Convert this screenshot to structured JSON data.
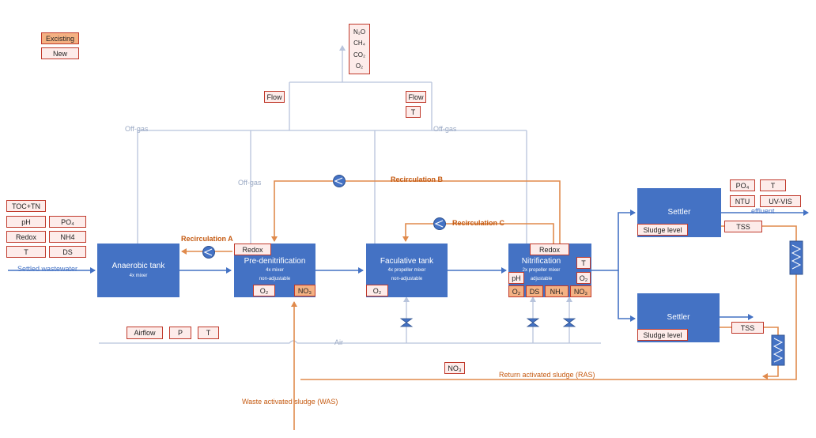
{
  "legend": {
    "existing": "Excisting",
    "new": "New"
  },
  "gas_sensors": [
    "N₂O",
    "CH₄",
    "CO₂",
    "O₂"
  ],
  "tanks": {
    "anaerobic": {
      "title": "Anaerobic tank",
      "sub1": "4x mixer",
      "sub2": ""
    },
    "predenit": {
      "title": "Pre-denitrification",
      "sub1": "4x mixer",
      "sub2": "non-adjustable"
    },
    "facultative": {
      "title": "Faculative tank",
      "sub1": "4x propeller mixer",
      "sub2": "non-adjustable"
    },
    "nitrification": {
      "title": "Nitrification",
      "sub1": "2x propeller mixer",
      "sub2": "adjustable"
    },
    "settler1": {
      "title": "Settler"
    },
    "settler2": {
      "title": "Settler"
    }
  },
  "sensors": {
    "toc_tn": "TOC+TN",
    "ph_in": "pH",
    "po4_in": "PO₄",
    "redox_in": "Redox",
    "nh4_in": "NH4",
    "t_in": "T",
    "ds_in": "DS",
    "flow_left": "Flow",
    "flow_right": "Flow",
    "t_flow": "T",
    "redox_predenit": "Redox",
    "o2_predenit": "O₂",
    "no3_predenit": "NO₃",
    "o2_facultative": "O₂",
    "redox_nitri": "Redox",
    "t_nitri": "T",
    "ph_nitri": "pH",
    "o2_nitri_right": "O₂",
    "o2_nitri": "O₂",
    "ds_nitri": "DS",
    "nh4_nitri": "NH₄",
    "no3_nitri": "NO₃",
    "sludge_level_1": "Sludge level",
    "sludge_level_2": "Sludge level",
    "po4_out": "PO₄",
    "t_out": "T",
    "ntu_out": "NTU",
    "uvvis_out": "UV-VIS",
    "tss_1": "TSS",
    "tss_2": "TSS",
    "airflow": "Airflow",
    "p_air": "P",
    "t_air": "T",
    "no3_ras": "NO₃"
  },
  "labels": {
    "offgas_left": "Off-gas",
    "offgas_mid": "Off-gas",
    "offgas_right": "Off-gas",
    "recirc_a": "Recirculation A",
    "recirc_b": "Recirculation B",
    "recirc_c": "Recirculation C",
    "settled_ww": "Settled wastewater",
    "effluent": "effluent",
    "air": "Air",
    "ras": "Return activated sludge (RAS)",
    "was": "Waste activated sludge (WAS)"
  },
  "colors": {
    "tank": "#4472c4",
    "flow": "#4472c4",
    "sludge": "#e08a4c",
    "gas": "#b8c4dc",
    "existing": "#f4b183",
    "new": "#fdecea",
    "border": "#c0392b"
  }
}
